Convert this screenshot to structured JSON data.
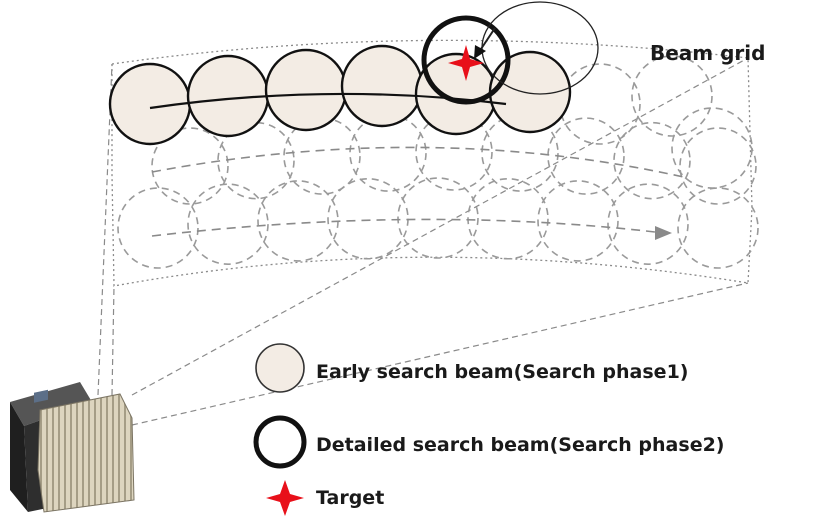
{
  "diagram": {
    "grid_label": "Beam grid",
    "legend": {
      "early_label": "Early search beam(Search phase1)",
      "detailed_label": "Detailed search beam(Search phase2)",
      "target_label": "Target"
    }
  },
  "colors": {
    "early_beam_fill": "#f3ece4",
    "beam_outline": "#111111",
    "grid_dashed": "#9a9a9a",
    "target": "#e8101a",
    "radar_face": "#d8d0b8",
    "radar_body": "#2b2b2b"
  },
  "icons": {
    "target": "four-point-star-icon",
    "radar": "phased-array-radar-icon"
  }
}
